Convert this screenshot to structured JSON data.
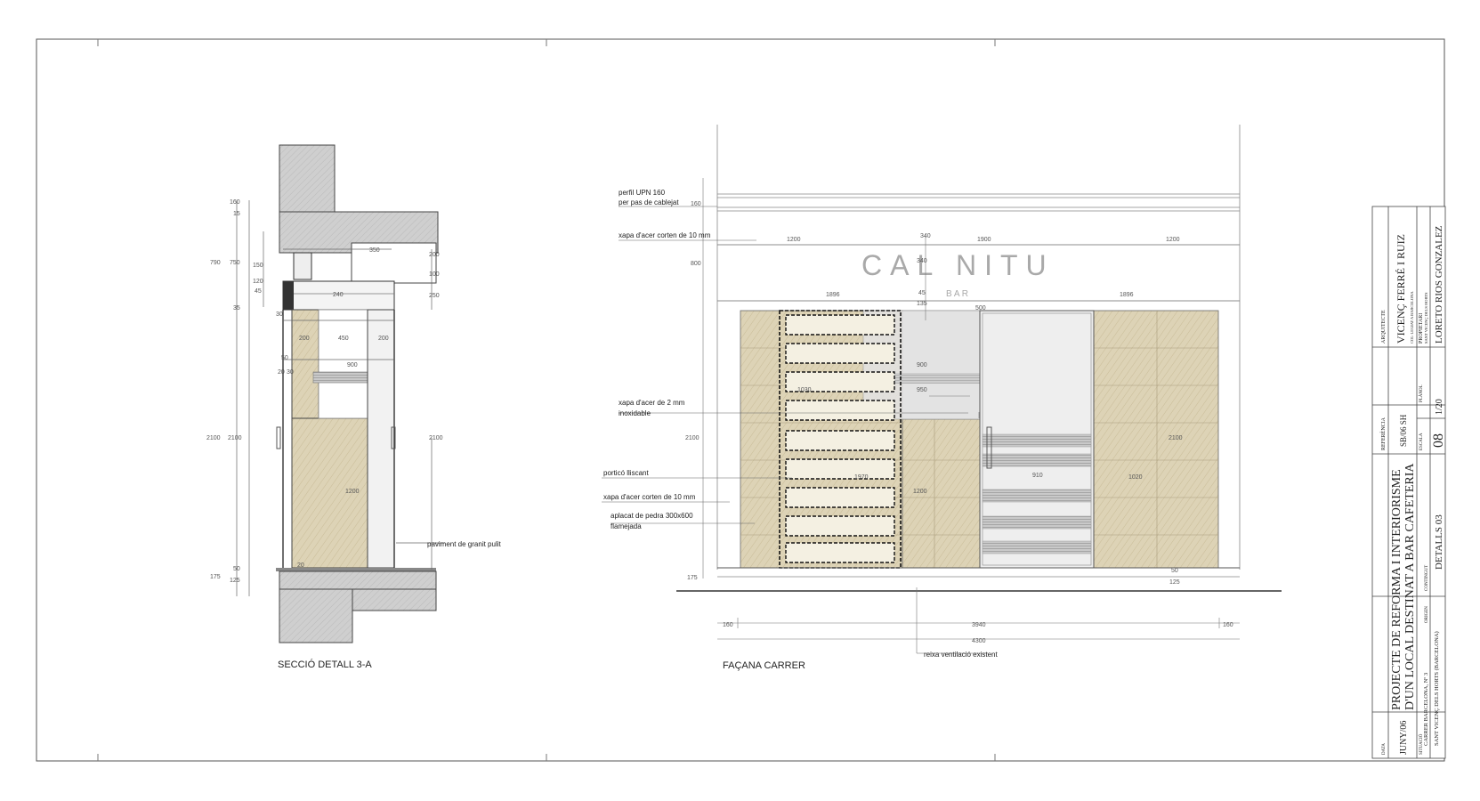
{
  "section": {
    "title": "SECCIÓ  DETALL 3-A",
    "floor_note": "paviment de granit pulit",
    "dims_left": [
      "160",
      "15",
      "790",
      "750",
      "150",
      "120",
      "45",
      "35",
      "30",
      "2100",
      "2100",
      "50",
      "175",
      "125"
    ],
    "dims_top": [
      "350",
      "200",
      "100",
      "250",
      "240",
      "200",
      "450",
      "200",
      "900",
      "50",
      "20",
      "30"
    ],
    "dims_misc": [
      "2100",
      "1200",
      "20"
    ]
  },
  "facade": {
    "title": "FAÇANA CARRER",
    "sign_main": "CAL NITU",
    "sign_sub": "B  A  R",
    "notes": {
      "upn_1": "perfil UPN 160",
      "upn_2": "per pas de cablejat",
      "corten_top": "xapa d'acer corten de  10 mm",
      "inox_1": "xapa d'acer de  2 mm",
      "inox_2": "inoxidable",
      "portico": "porticó lliscant",
      "corten_low": "xapa d'acer corten de  10 mm",
      "stone_1": "aplacat de  pedra  300x600",
      "stone_2": "flamejada",
      "vent": "reixa ventilació existent"
    },
    "dims": {
      "top_left": "1200",
      "top_mid_a": "340",
      "top_mid_b": "1900",
      "top_right": "1200",
      "left_160": "160",
      "left_800": "800",
      "h_1896a": "1896",
      "h_500": "500",
      "h_1896b": "1896",
      "v_340": "340",
      "v_45": "45",
      "v_135": "135",
      "in_900": "900",
      "in_950": "950",
      "in_1030": "1030",
      "h_2100": "2100",
      "h_2100r": "2100",
      "d_1970": "1970",
      "d_1200": "1200",
      "d_1020": "1020",
      "d_910": "910",
      "b_175": "175",
      "b_50": "50",
      "b_125": "125",
      "bot_160a": "160",
      "bot_3940": "3940",
      "bot_160b": "160",
      "bot_4300": "4300"
    }
  },
  "title_block": {
    "architect_label": "ARQUITECTE",
    "architect_name": "VICENÇ FERRÉ I RUIZ",
    "architect_sub": "COL·LEGIAT A BARCELONA",
    "architect_sub2": "SANT VICENÇ DELS HORTS",
    "owner_label": "PROPIETARI",
    "owner_name": "LORETO RIOS GONZALEZ",
    "ref_label": "REFERÈNCIA",
    "ref_value": "SB/06 SH",
    "scale_label": "ESCALA",
    "scale_value": "1/20",
    "plan_label": "PLÀNOL",
    "plan_value": "08",
    "project_line1": "PROJECTE  DE  REFORMA  I  INTERIORISME",
    "project_line2": "D'UN  LOCAL  DESTINAT  A  BAR  CAFETERIA",
    "content_label": "CONTINGUT",
    "content_value": "DETALLS 03",
    "date_label": "DATA",
    "date_value": "JUNY/06",
    "origin_label": "ORIGEN",
    "site_label": "SITUACIÓ",
    "site_line1": "CARRER BARCELONA, Nº 3",
    "site_line2": "SANT VICENÇ DELS HORTS (BARCELONA)"
  }
}
